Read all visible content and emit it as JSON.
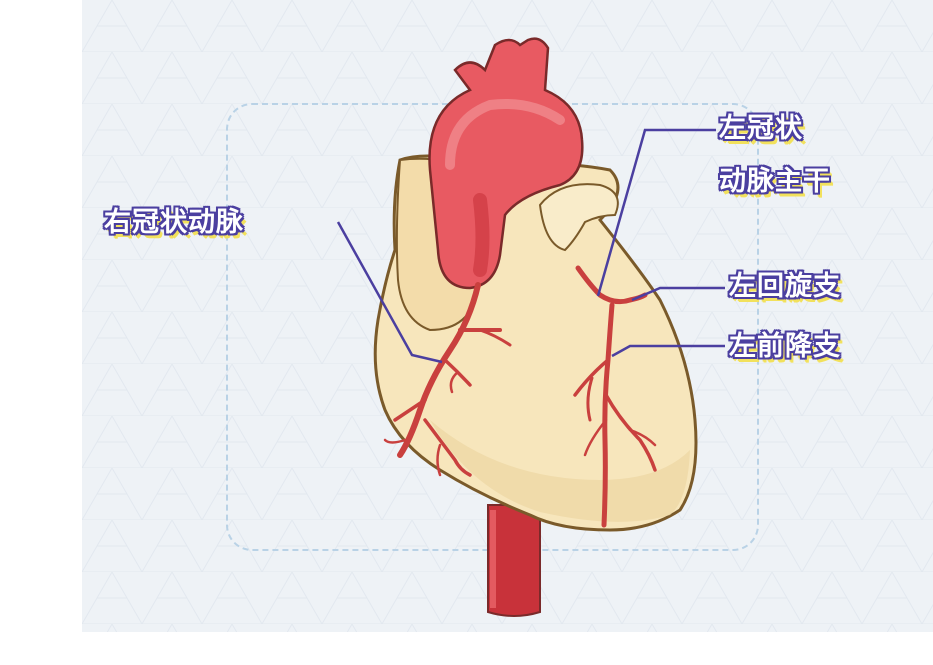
{
  "labels": {
    "right_coronary_artery": "右冠状动脉",
    "left_main_line1": "左冠状",
    "left_main_line2": "动脉主干",
    "left_circumflex": "左回旋支",
    "left_anterior_descending": "左前降支"
  },
  "colors": {
    "heart_fill": "#f7e6bc",
    "heart_outline": "#7a5a2a",
    "aorta": "#e85a62",
    "artery": "#c9403e",
    "leader_line": "#4b3fa0",
    "label_fill": "#ffffff",
    "label_shadow": "#f2e15c",
    "panel_bg": "#eef2f6",
    "frame_dash": "#b9d2e6"
  }
}
